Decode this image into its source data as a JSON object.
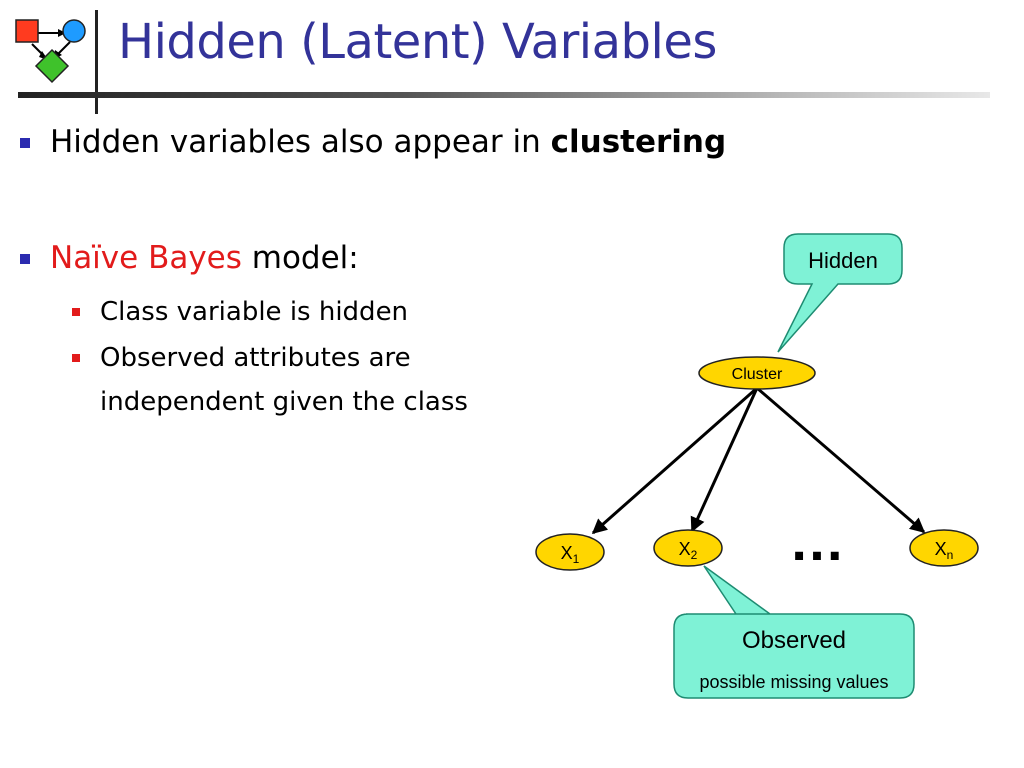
{
  "slide": {
    "title": "Hidden (Latent) Variables",
    "bullets": [
      {
        "prefix": "Hidden variables also appear in ",
        "emph": "clustering"
      },
      {
        "highlight": "Naïve Bayes",
        "suffix": " model:"
      }
    ],
    "sub_bullets": [
      "Class variable is hidden",
      "Observed attributes are",
      "independent given the class"
    ]
  },
  "diagram": {
    "hidden_callout": "Hidden",
    "cluster_node": "Cluster",
    "nodes": [
      {
        "base": "X",
        "sub": "1"
      },
      {
        "base": "X",
        "sub": "2"
      },
      {
        "base": "X",
        "sub": "n"
      }
    ],
    "ellipsis": "…",
    "observed_callout": {
      "title": "Observed",
      "subtitle": "possible missing values"
    }
  },
  "colors": {
    "title": "#333399",
    "bullet_mark_l1": "#2b2bb0",
    "bullet_mark_l2": "#e21b1b",
    "highlight": "#e21b1b",
    "node_fill": "#ffd600",
    "callout_fill": "#7ff2d6",
    "callout_stroke": "#1e8c72"
  }
}
